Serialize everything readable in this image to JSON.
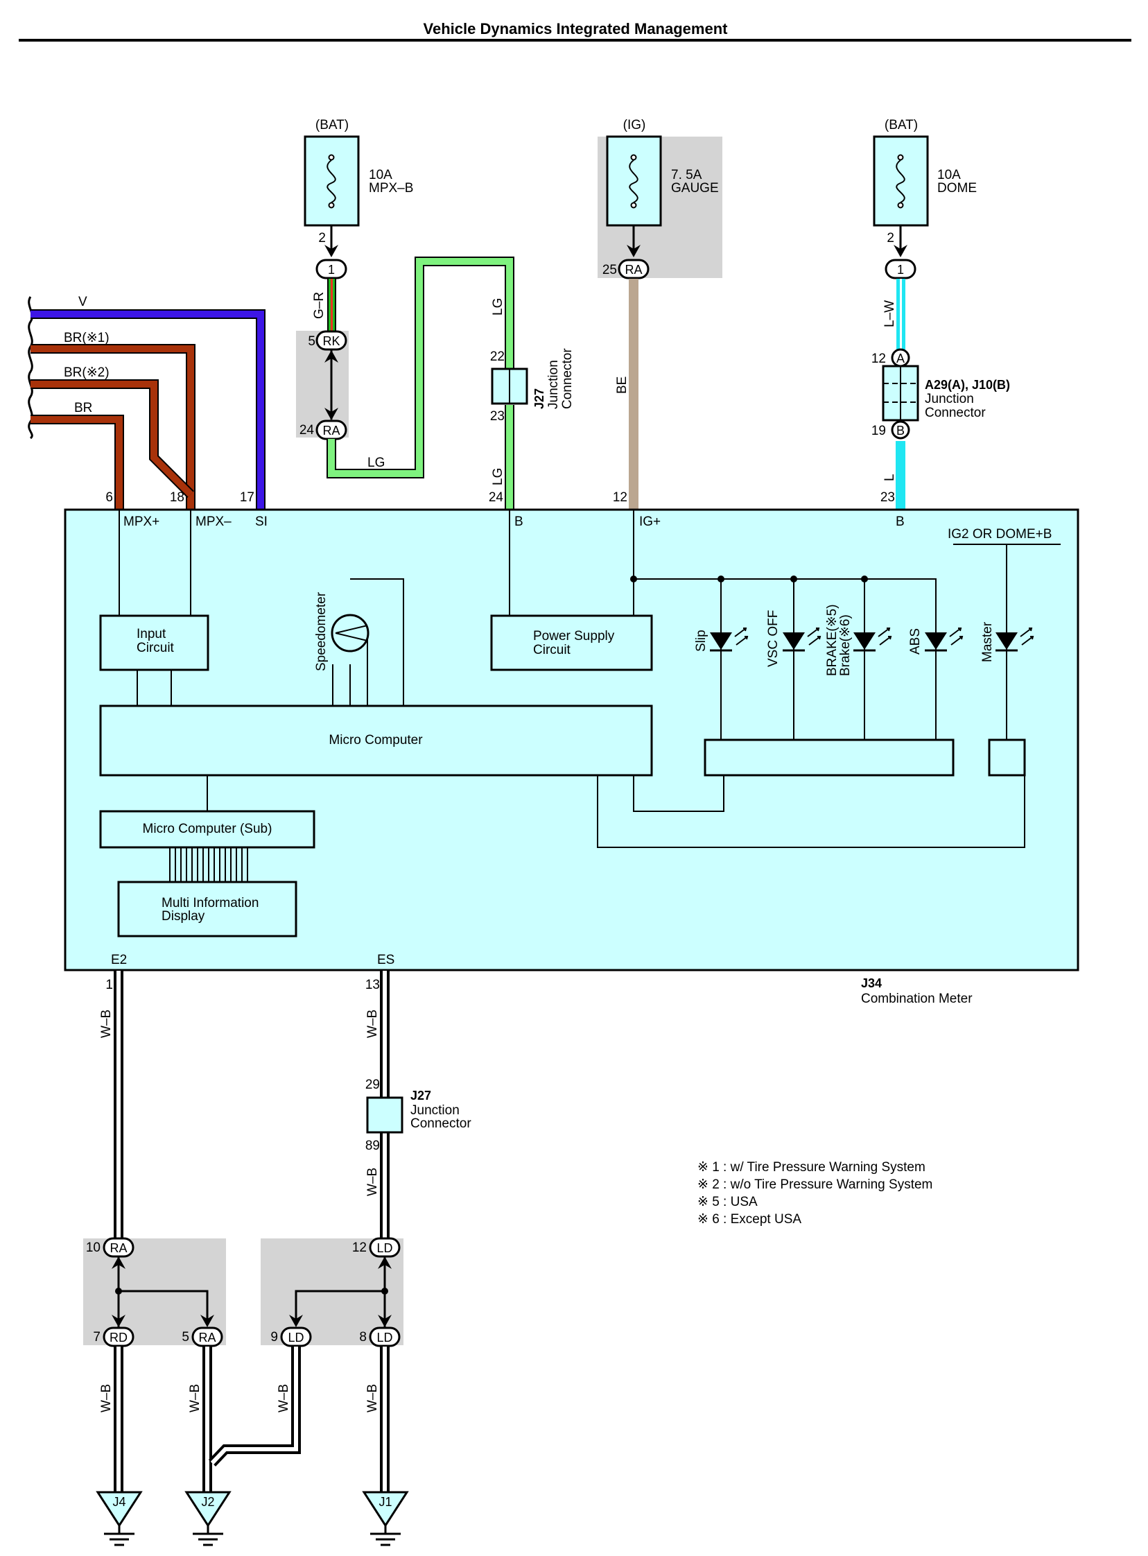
{
  "title": "Vehicle Dynamics Integrated Management",
  "colors": {
    "component_fill": "#ccffff",
    "shaded_fill": "#d4d4d4",
    "wire_V": "#3d16e6",
    "wire_BR": "#a8320a",
    "wire_LG": "#7ff27f",
    "wire_BE": "#bba690",
    "wire_L": "#1fe6f2",
    "wire_G": "#22bb22",
    "wire_R": "#ee3322",
    "wire_W": "#ffffff"
  },
  "fuses": [
    {
      "source": "(BAT)",
      "amp": "10A",
      "name": "MPX–B",
      "pin": "2",
      "connector": "1"
    },
    {
      "source": "(IG)",
      "amp": "7. 5A",
      "name": "GAUGE",
      "pin": "25",
      "connector": "RA"
    },
    {
      "source": "(BAT)",
      "amp": "10A",
      "name": "DOME",
      "pin": "2",
      "connector": "1"
    }
  ],
  "wires": {
    "gr": "G–R",
    "lg1": "LG",
    "lg2": "LG",
    "lg3": "LG",
    "be": "BE",
    "lw": "L–W",
    "l": "L",
    "v": "V",
    "br1": "BR(※1)",
    "br2": "BR(※2)",
    "br": "BR",
    "wb1": "W–B",
    "wb2": "W–B",
    "wb3": "W–B",
    "wb4": "W–B",
    "wb5": "W–B",
    "wb6": "W–B",
    "wb7": "W–B"
  },
  "connectors": {
    "rk": {
      "pin": "5",
      "label": "RK"
    },
    "ra24": {
      "pin": "24",
      "label": "RA"
    },
    "a": {
      "pin": "12",
      "label": "A"
    },
    "b": {
      "pin": "19",
      "label": "B"
    },
    "ra10": {
      "pin": "10",
      "label": "RA"
    },
    "rd7": {
      "pin": "7",
      "label": "RD"
    },
    "ra5": {
      "pin": "5",
      "label": "RA"
    },
    "ld12": {
      "pin": "12",
      "label": "LD"
    },
    "ld9": {
      "pin": "9",
      "label": "LD"
    },
    "ld8": {
      "pin": "8",
      "label": "LD"
    }
  },
  "j27_top": {
    "id": "J27",
    "desc1": "Junction",
    "desc2": "Connector",
    "pin_top": "22",
    "pin_bottom": "23"
  },
  "j27_bottom": {
    "id": "J27",
    "desc1": "Junction",
    "desc2": "Connector",
    "pin_top": "29",
    "pin_bottom": "89"
  },
  "a29": {
    "id": "A29(A), J10(B)",
    "desc1": "Junction",
    "desc2": "Connector"
  },
  "meter": {
    "id": "J34",
    "name": "Combination Meter",
    "pins_top": [
      {
        "pin": "6",
        "label": "MPX+"
      },
      {
        "pin": "18",
        "label": "MPX–"
      },
      {
        "pin": "17",
        "label": "SI"
      },
      {
        "pin": "24",
        "label": "B"
      },
      {
        "pin": "12",
        "label": "IG+"
      },
      {
        "pin": "23",
        "label": "B"
      }
    ],
    "pins_bottom": [
      {
        "pin": "1",
        "label": "E2"
      },
      {
        "pin": "13",
        "label": "ES"
      }
    ],
    "ig2_label": "IG2 OR DOME+B",
    "input_circuit": [
      "Input",
      "Circuit"
    ],
    "power_supply": [
      "Power Supply",
      "Circuit"
    ],
    "speedometer": "Speedometer",
    "micro_computer": "Micro Computer",
    "micro_computer_sub": "Micro Computer (Sub)",
    "multi_info": [
      "Multi Information",
      "Display"
    ],
    "indicators": [
      "Slip",
      "VSC OFF",
      "BRAKE(※5)",
      "Brake(※6)",
      "ABS",
      "Master"
    ]
  },
  "grounds": [
    "J4",
    "J2",
    "J1"
  ],
  "notes": [
    "※ 1 : w/ Tire Pressure Warning System",
    "※ 2 : w/o Tire Pressure Warning System",
    "※ 5 : USA",
    "※ 6 : Except USA"
  ]
}
